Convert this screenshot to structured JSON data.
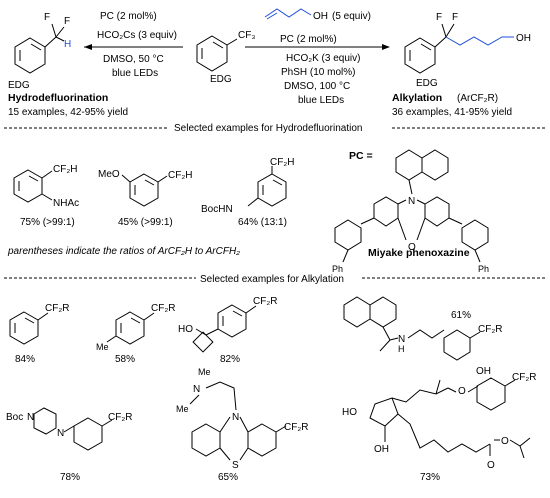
{
  "scheme": {
    "left_conditions": [
      "PC (2 mol%)",
      "HCO₂Cs (3 equiv)",
      "DMSO, 50 °C",
      "blue LEDs"
    ],
    "right_conditions": [
      "PC (2 mol%)",
      "HCO₂K (3 equiv)",
      "PhSH (10 mol%)",
      "DMSO, 100 °C",
      "blue LEDs"
    ],
    "reagent_equiv": "(5 equiv)",
    "hydro_title": "Hydrodefluorination",
    "hydro_yield": "15 examples, 42-95% yield",
    "alkyl_title": "Alkylation",
    "alkyl_formula": "(ArCF₂R)",
    "alkyl_yield": "36 examples, 41-95% yield",
    "edg": "EDG",
    "cf3": "CF₃",
    "oh": "OH",
    "f": "F",
    "h": "H"
  },
  "section1": {
    "title": "Selected examples for Hydrodefluorination",
    "labels": {
      "cf2h": "CF₂H",
      "nhac": "NHAc",
      "meo": "MeO",
      "bochn": "BocHN",
      "pc": "PC =",
      "ph": "Ph",
      "n": "N",
      "o": "O"
    },
    "yields": [
      "75% (>99:1)",
      "45% (>99:1)",
      "64% (13:1)"
    ],
    "note": "parentheses indicate the ratios of ArCF₂H to ArCFH₂",
    "catalyst": "Miyake phenoxazine"
  },
  "section2": {
    "title": "Selected examples for Alkylation",
    "labels": {
      "cf2r": "CF₂R",
      "me": "Me",
      "ho": "HO",
      "boc": "Boc",
      "n": "N",
      "nh": "H",
      "s": "S",
      "oh": "OH",
      "o": "O"
    },
    "yields": [
      "84%",
      "58%",
      "82%",
      "61%",
      "78%",
      "65%",
      "73%"
    ]
  }
}
